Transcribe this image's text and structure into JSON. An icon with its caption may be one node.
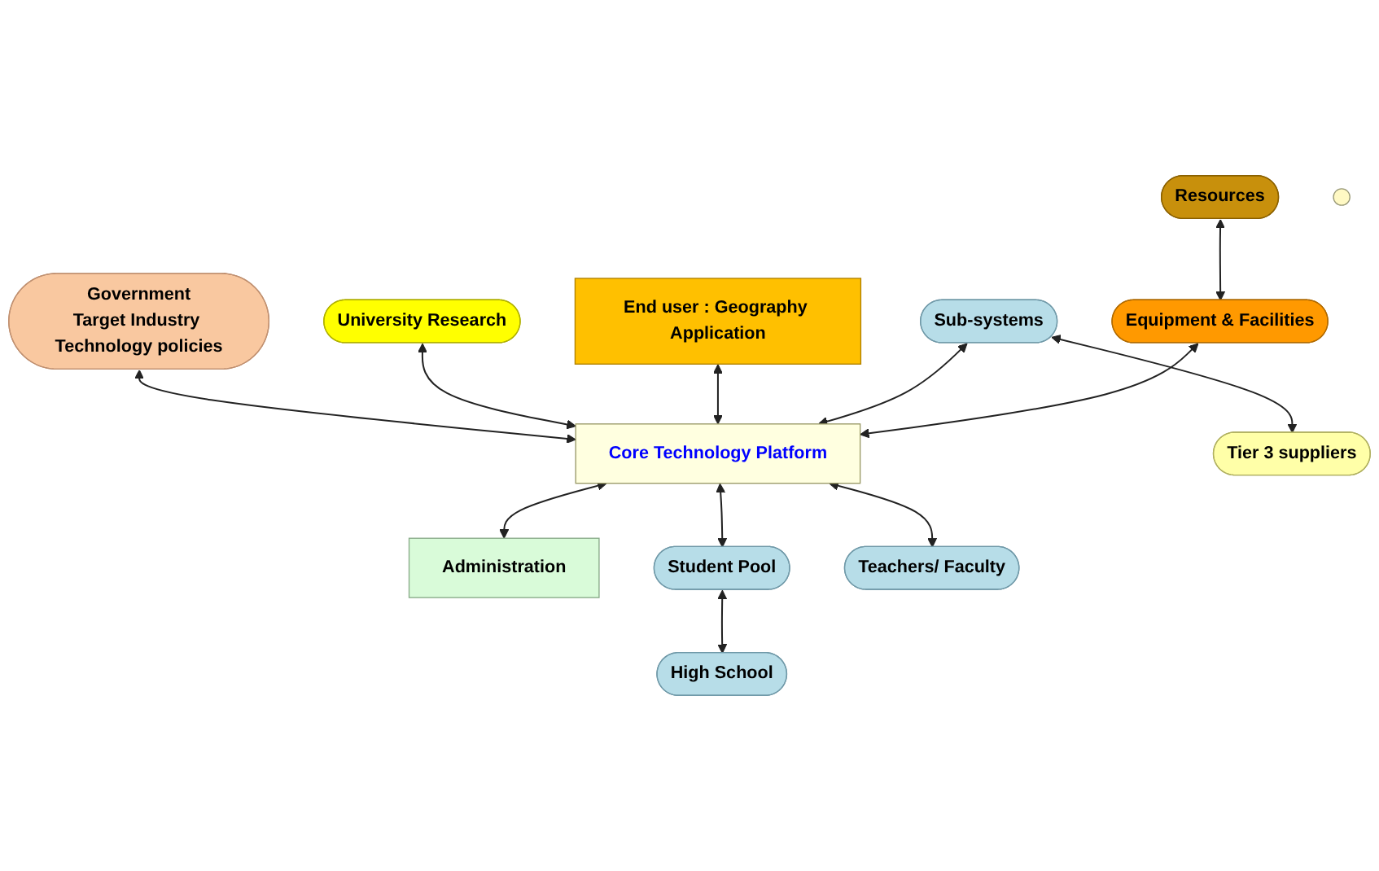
{
  "diagram": {
    "nodes": [
      {
        "text": [
          "Government",
          "Target Industry Technology policies"
        ]
      },
      {
        "text": [
          "University Research"
        ]
      },
      {
        "text": [
          "End user : Geography Application"
        ]
      },
      {
        "text": [
          "Sub-systems"
        ]
      },
      {
        "text": [
          "Core Technology Platform"
        ]
      },
      {
        "text": [
          "Administration"
        ]
      },
      {
        "text": [
          "Tier 3 suppliers"
        ]
      },
      {
        "text": [
          "Equipment & Facilities"
        ]
      },
      {
        "text": [
          "Student Pool"
        ]
      },
      {
        "text": [
          "Teachers/ Faculty"
        ]
      },
      {
        "text": [
          "Resources"
        ]
      },
      {
        "text": [
          "High School"
        ]
      },
      {
        "text": [],
        "shape": "circle"
      }
    ],
    "edges": [
      {
        "from": 0,
        "to": 4,
        "arrow": "both"
      },
      {
        "from": 1,
        "to": 4,
        "arrow": "both"
      },
      {
        "from": 2,
        "to": 4,
        "arrow": "both"
      },
      {
        "from": 3,
        "to": 4,
        "arrow": "both"
      },
      {
        "from": 4,
        "to": 5,
        "arrow": "both"
      },
      {
        "from": 3,
        "to": 6,
        "arrow": "both"
      },
      {
        "from": 7,
        "to": 4,
        "arrow": "both"
      },
      {
        "from": 4,
        "to": 8,
        "arrow": "both"
      },
      {
        "from": 4,
        "to": 9,
        "arrow": "both"
      },
      {
        "from": 10,
        "to": 7,
        "arrow": "both"
      },
      {
        "from": 8,
        "to": 11,
        "arrow": "both"
      }
    ]
  }
}
